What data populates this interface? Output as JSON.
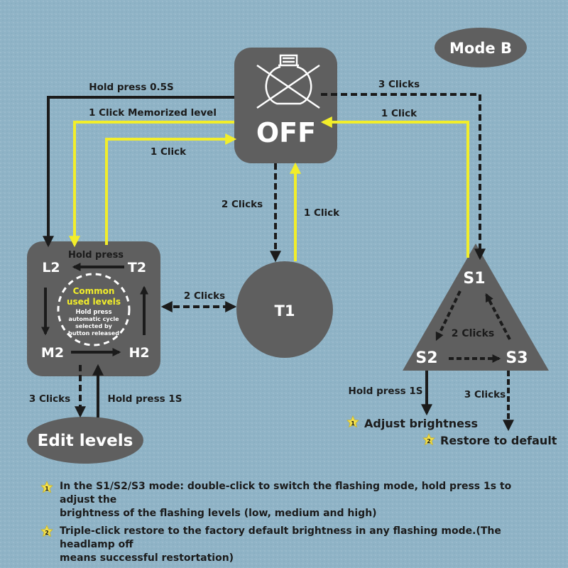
{
  "mode_badge": "Mode B",
  "nodes": {
    "off": "OFF",
    "l2": "L2",
    "t2": "T2",
    "m2": "M2",
    "h2": "H2",
    "t1": "T1",
    "s1": "S1",
    "s2": "S2",
    "s3": "S3",
    "edit_levels": "Edit levels"
  },
  "common": {
    "title_line1": "Common",
    "title_line2": "used levels",
    "desc_line1": "Hold press",
    "desc_line2": "automatic cycle",
    "desc_line3": "selected by",
    "desc_line4": "button released"
  },
  "edges": {
    "hold_press_05s": "Hold press 0.5S",
    "click_memorized": "1 Click  Memorized level",
    "click_l_t2": "1 Click",
    "clicks_3_s1": "3 Clicks",
    "click_s1_off": "1 Click",
    "clicks_2_t1": "2 Clicks",
    "click_t1_off": "1 Click",
    "hold_press_t2_l2": "Hold press",
    "clicks_2_block_t1": "2 Clicks",
    "clicks_2_triangle": "2 Clicks",
    "clicks_3_edit": "3 Clicks",
    "hold_press_1s_left": "Hold press 1S",
    "hold_press_1s_s2": "Hold press 1S",
    "clicks_3_s3": "3 Clicks"
  },
  "legend": {
    "item1_num": "1",
    "item1": "Adjust brightness",
    "item2_num": "2",
    "item2": "Restore to default"
  },
  "notes": {
    "n1_num": "1",
    "n1_line1": "In the S1/S2/S3 mode: double-click to switch the flashing mode, hold press 1s to adjust the",
    "n1_line2": "brightness of the flashing levels (low, medium and high)",
    "n2_num": "2",
    "n2_line1": "Triple-click restore to the factory default brightness in any flashing mode.(The headlamp off",
    "n2_line2": "means successful restortation)"
  },
  "colors": {
    "background": "#8fb3c6",
    "node_fill": "#5f5f5f",
    "arrow_dark": "#1b1b1b",
    "arrow_yellow": "#f2ee2a",
    "common_text": "#f2ee2a",
    "star": "#f3e04a"
  }
}
